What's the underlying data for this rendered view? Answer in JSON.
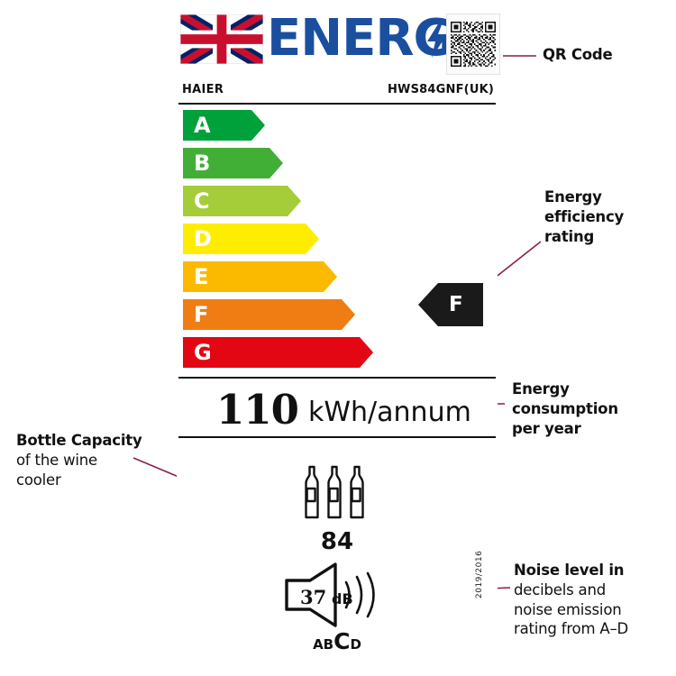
{
  "label": {
    "header": {
      "flag": "uk-flag-icon",
      "wordmark": "ENERG",
      "bolt": "lightning-bolt-icon",
      "qr": "qr-code-icon"
    },
    "brand": "HAIER",
    "model": "HWS84GNF(UK)",
    "scale": {
      "classes": [
        {
          "letter": "A",
          "color": "#00a13a",
          "width_pct": 50
        },
        {
          "letter": "B",
          "color": "#41af35",
          "width_pct": 58
        },
        {
          "letter": "C",
          "color": "#a5cd39",
          "width_pct": 66
        },
        {
          "letter": "D",
          "color": "#ffed00",
          "width_pct": 74
        },
        {
          "letter": "E",
          "color": "#fbba00",
          "width_pct": 82
        },
        {
          "letter": "F",
          "color": "#ef7d14",
          "width_pct": 90
        },
        {
          "letter": "G",
          "color": "#e30613",
          "width_pct": 100
        }
      ]
    },
    "rating_badge": {
      "letter": "F",
      "color": "#1a1a1a"
    },
    "consumption": {
      "value": "110",
      "unit": "kWh/annum"
    },
    "capacity": {
      "icon": "wine-bottles-icon",
      "value": "84"
    },
    "noise": {
      "icon": "speaker-icon",
      "value": "37",
      "unit": "dB",
      "class_prefix": "AB",
      "class_value": "C",
      "class_suffix": "D"
    },
    "regulation": "2019/2016"
  },
  "annotations": {
    "qr": {
      "label": "QR Code"
    },
    "efficiency": {
      "line1": "Energy",
      "line2": "efficiency",
      "line3": "rating"
    },
    "consumption": {
      "line1": "Energy",
      "line2": "consumption",
      "line3": "per year"
    },
    "capacity": {
      "line1": "Bottle Capacity",
      "line2": "of the wine",
      "line3": "cooler"
    },
    "noise": {
      "line1": "Noise level in",
      "line2": "decibels and",
      "line3": "noise emission",
      "line4": "rating from A–D"
    }
  },
  "colors": {
    "leader": "#8c1d4e",
    "text": "#111111",
    "blue": "#1a4fa0"
  }
}
